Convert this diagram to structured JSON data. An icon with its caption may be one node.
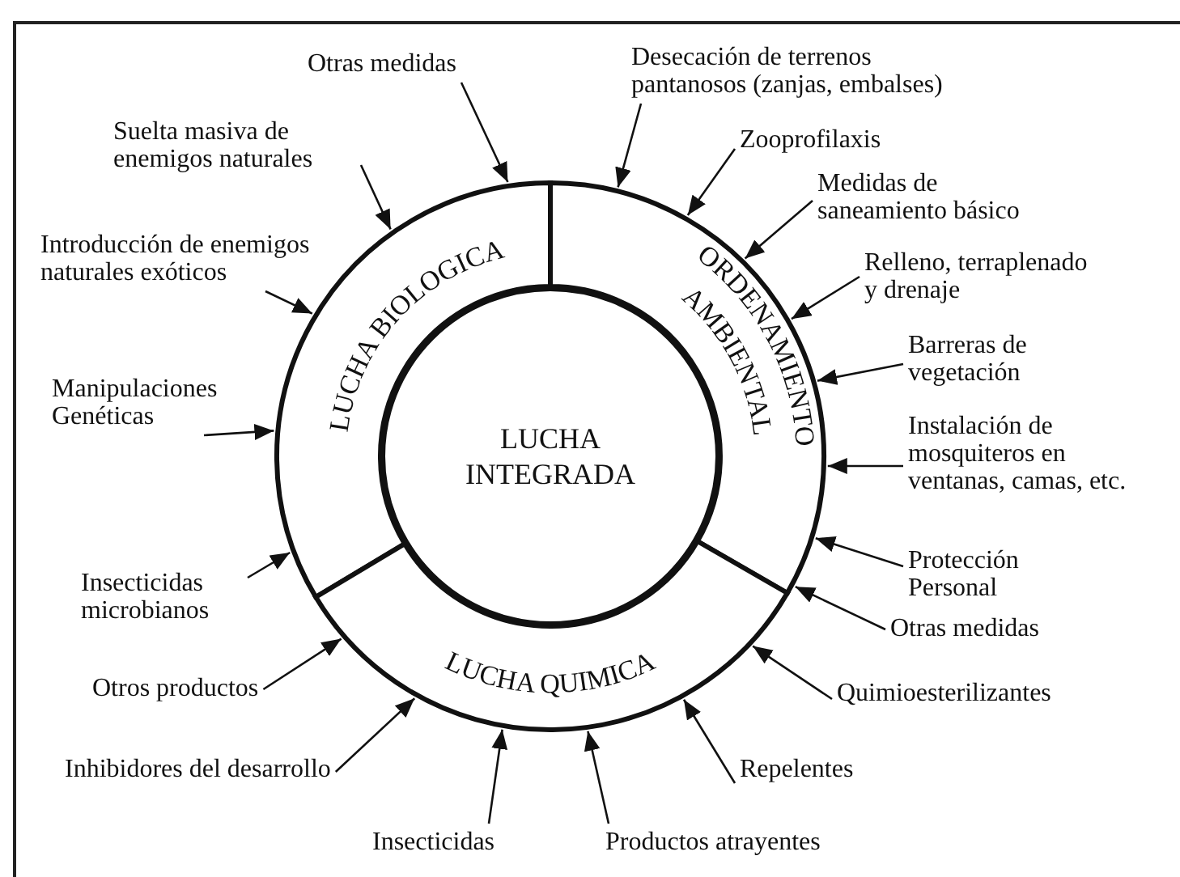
{
  "diagram": {
    "nodes": [
      {
        "text": [
          "LUCHA BIOLOGICA"
        ]
      },
      {
        "text": [
          "ORDENAMIENTO AMBIENTAL"
        ]
      },
      {
        "text": [
          "LUCHA INTEGRADA"
        ]
      },
      {
        "text": [
          "LUCHA QUIMICA"
        ]
      },
      {
        "text": [
          "Otras medidas"
        ]
      },
      {
        "text": [
          "Desecación de terrenos pantanosos (zanjas, embalses)"
        ]
      },
      {
        "text": [
          "Suelta masiva de enemigos naturales"
        ]
      },
      {
        "text": [
          "Zooprofilaxis"
        ]
      },
      {
        "text": [
          "Medidas de saneamiento básico"
        ]
      },
      {
        "text": [
          "Introducción de enemigos naturales exóticos"
        ]
      },
      {
        "text": [
          "Relleno, terraplenado y drenaje"
        ]
      },
      {
        "text": [
          "Barreras de vegetación"
        ]
      },
      {
        "text": [
          "Manipulaciones Genéticas"
        ]
      },
      {
        "text": [
          "Instalación de mosquiteros en ventanas, camas, etc."
        ]
      },
      {
        "text": [
          "Insecticidas microbianos"
        ]
      },
      {
        "text": [
          "Protección Personal"
        ]
      },
      {
        "text": [
          "Otras medidas"
        ]
      },
      {
        "text": [
          "Otros productos"
        ]
      },
      {
        "text": [
          "Quimioesterilizantes"
        ]
      },
      {
        "text": [
          "Inhibidores del desarrollo"
        ]
      },
      {
        "text": [
          "Repelentes"
        ]
      },
      {
        "text": [
          "Insecticidas"
        ]
      },
      {
        "text": [
          "Productos atrayentes"
        ]
      }
    ],
    "edges": [
      {
        "from": 4,
        "to": 0,
        "arrow": "to"
      },
      {
        "from": 5,
        "to": 1,
        "arrow": "to"
      },
      {
        "from": 6,
        "to": 0,
        "arrow": "to"
      },
      {
        "from": 7,
        "to": 1,
        "arrow": "to"
      },
      {
        "from": 8,
        "to": 1,
        "arrow": "to"
      },
      {
        "from": 9,
        "to": 0,
        "arrow": "to"
      },
      {
        "from": 10,
        "to": 1,
        "arrow": "to"
      },
      {
        "from": 11,
        "to": 1,
        "arrow": "to"
      },
      {
        "from": 12,
        "to": 0,
        "arrow": "to"
      },
      {
        "from": 13,
        "to": 1,
        "arrow": "to"
      },
      {
        "from": 14,
        "to": 0,
        "arrow": "to"
      },
      {
        "from": 15,
        "to": 1,
        "arrow": "to"
      },
      {
        "from": 16,
        "to": 1,
        "arrow": "to"
      },
      {
        "from": 17,
        "to": 3,
        "arrow": "to"
      },
      {
        "from": 18,
        "to": 3,
        "arrow": "to"
      },
      {
        "from": 19,
        "to": 3,
        "arrow": "to"
      },
      {
        "from": 20,
        "to": 3,
        "arrow": "to"
      },
      {
        "from": 21,
        "to": 3,
        "arrow": "to"
      },
      {
        "from": 22,
        "to": 3,
        "arrow": "to"
      }
    ]
  }
}
